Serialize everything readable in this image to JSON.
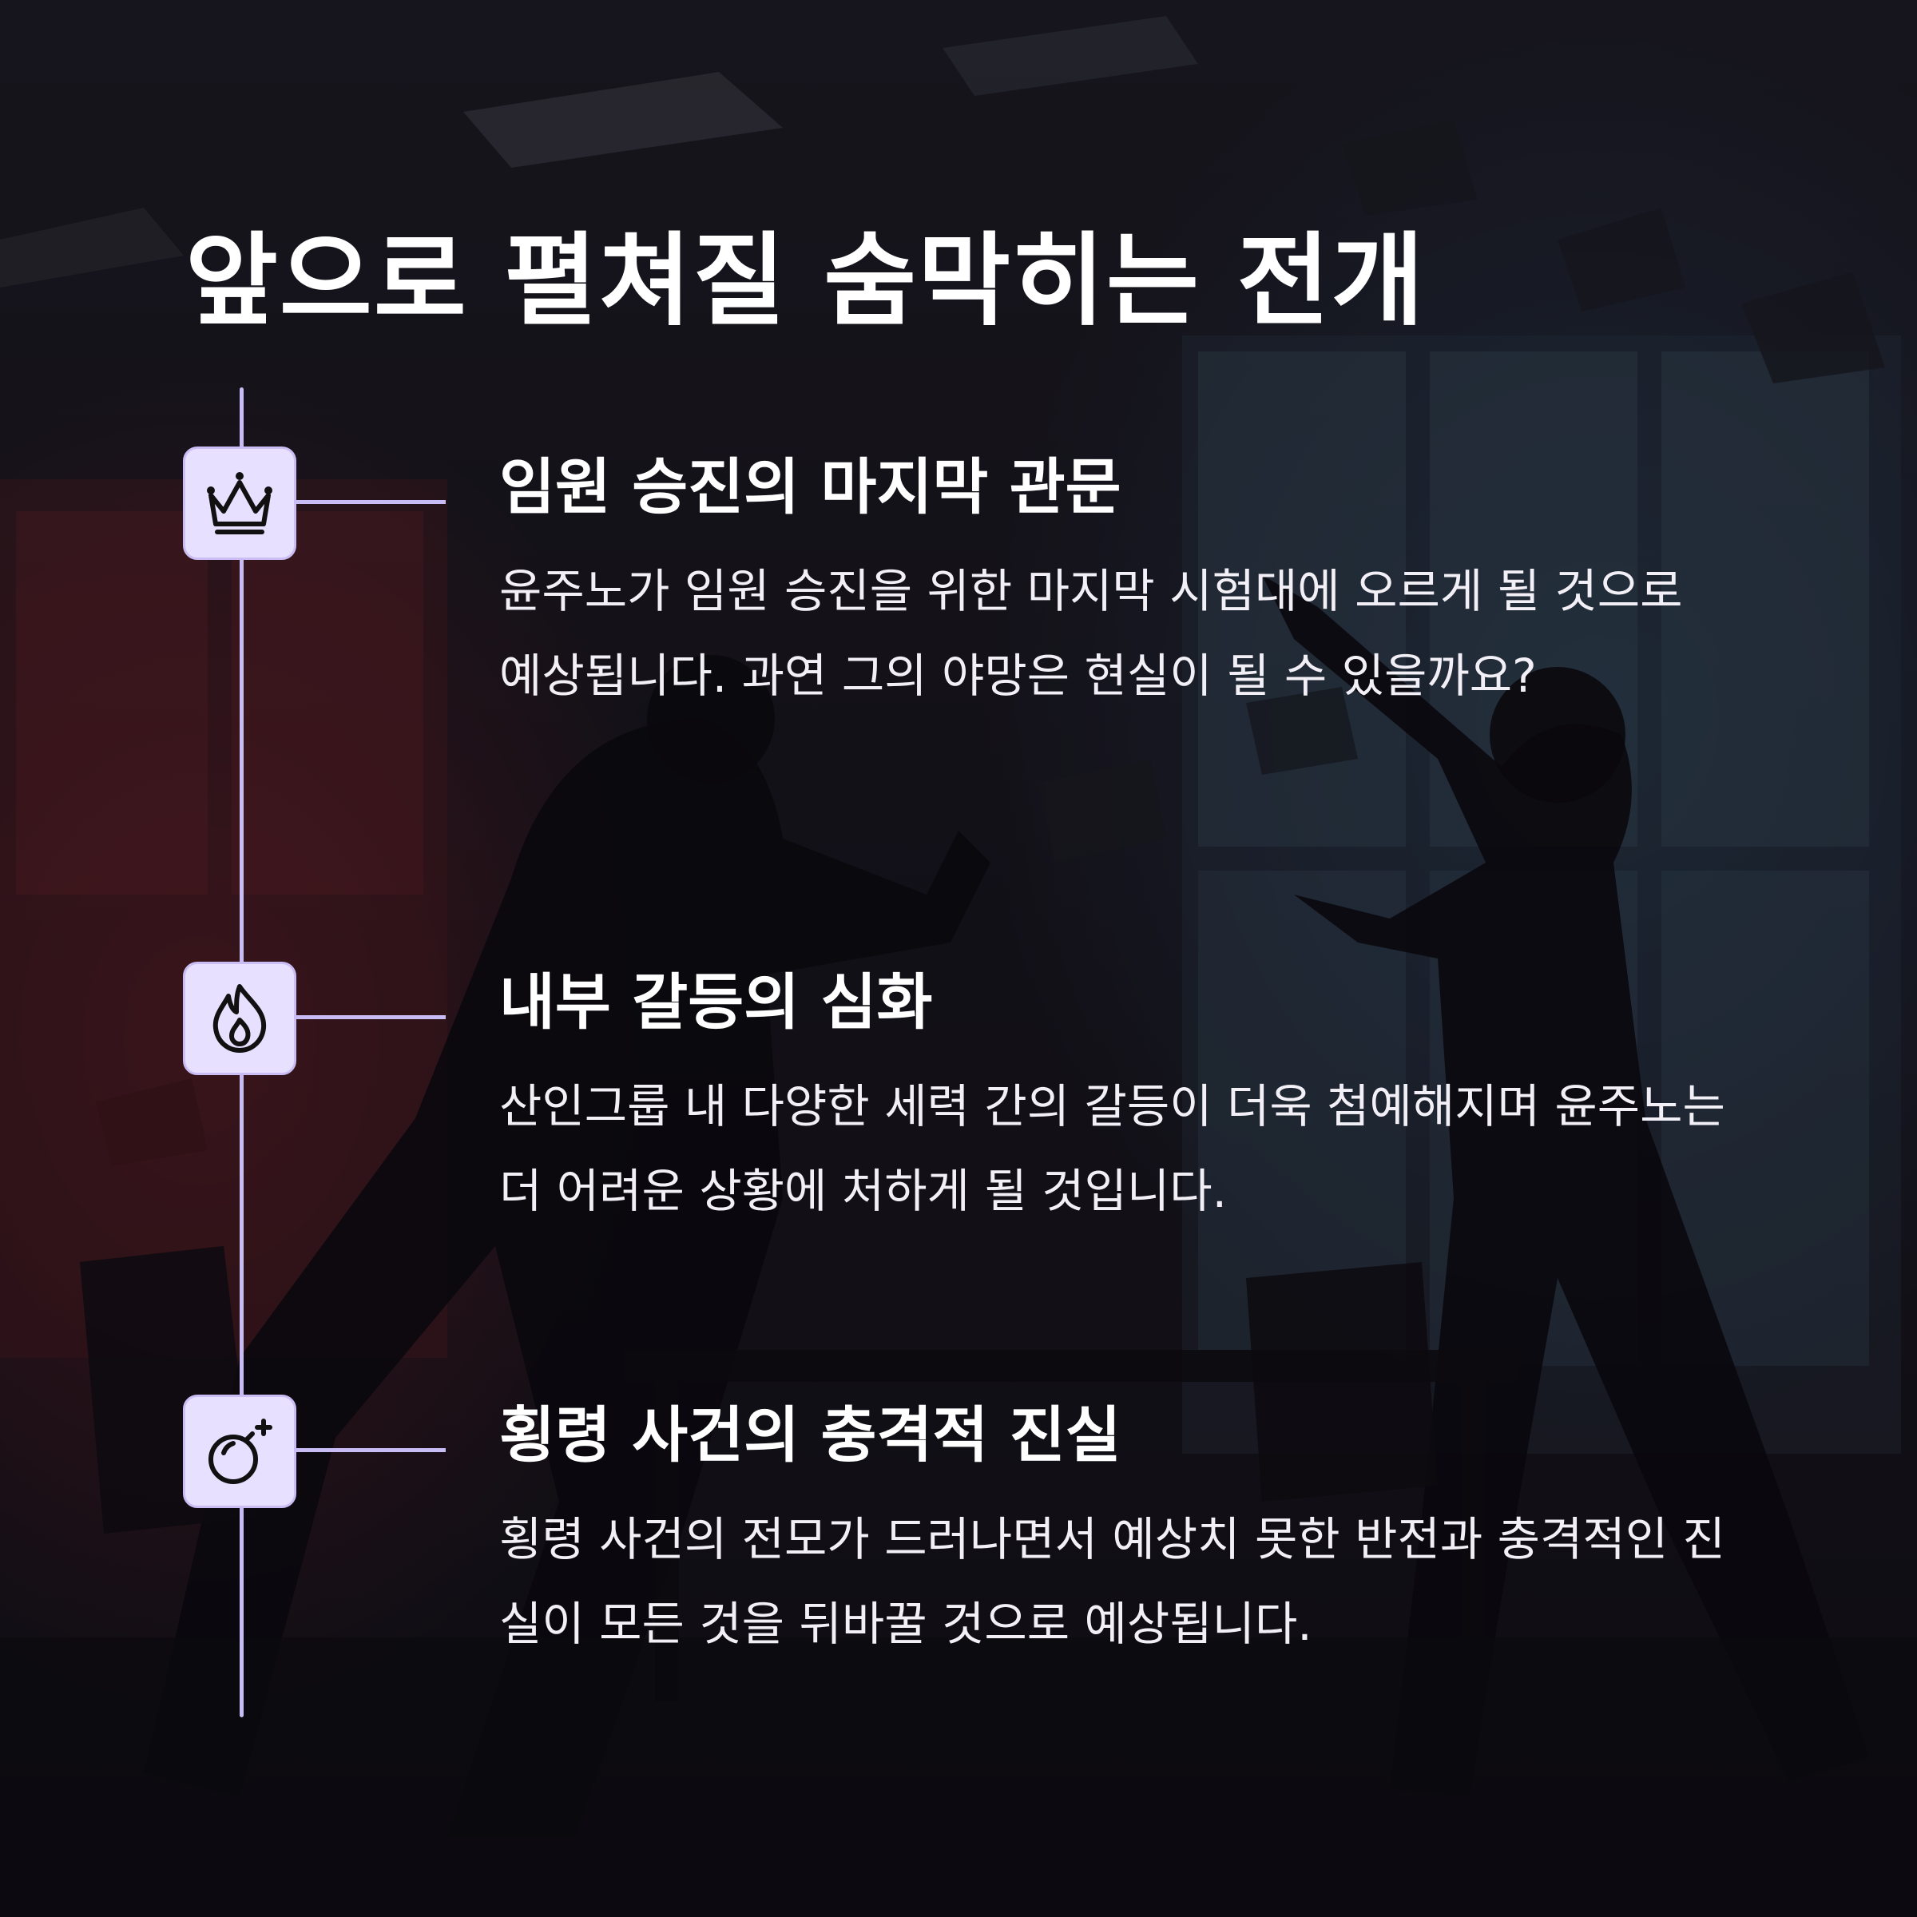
{
  "page": {
    "title": "앞으로 펼쳐질 숨막히는 전개"
  },
  "timeline": {
    "items": [
      {
        "icon": "crown-icon",
        "heading": "임원 승진의 마지막 관문",
        "description": "윤주노가 임원 승진을 위한 마지막 시험대에 오르게 될 것으로 예상됩니다. 과연 그의 야망은 현실이 될 수 있을까요?"
      },
      {
        "icon": "flame-icon",
        "heading": "내부 갈등의 심화",
        "description": "산인그룹 내 다양한 세력 간의 갈등이 더욱 첨예해지며 윤주노는 더 어려운 상황에 처하게 될 것입니다."
      },
      {
        "icon": "bomb-icon",
        "heading": "횡령 사건의 충격적 진실",
        "description": "횡령 사건의 전모가 드러나면서 예상치 못한 반전과 충격적인 진실이 모든 것을 뒤바꿀 것으로 예상됩니다."
      }
    ]
  },
  "colors": {
    "accent": "#c8bcf4",
    "icon_background": "#e7e0ff",
    "text": "#ffffff"
  }
}
